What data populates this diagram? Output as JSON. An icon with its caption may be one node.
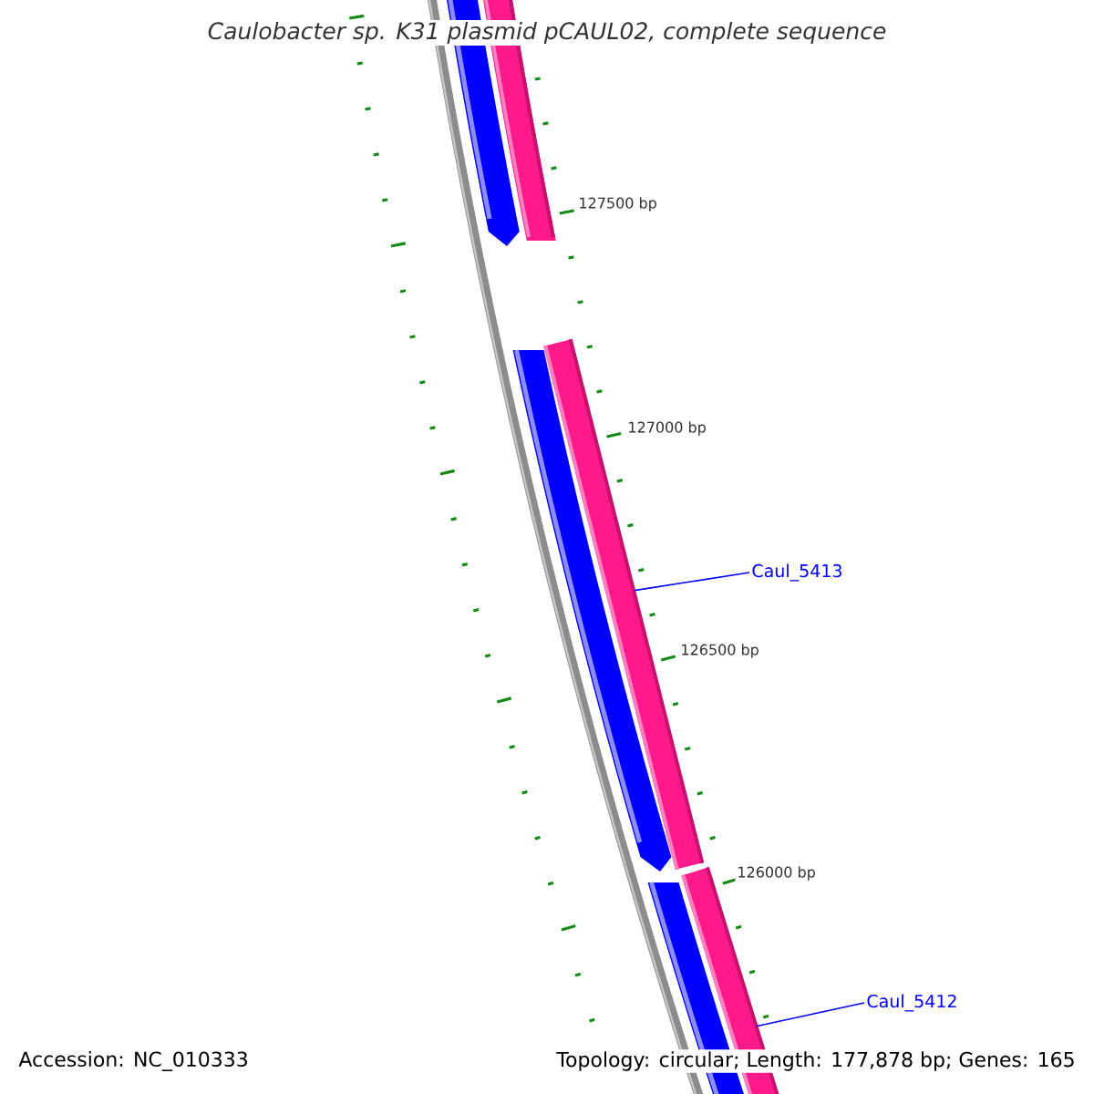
{
  "diagram": {
    "title": "Caulobacter sp. K31 plasmid pCAUL02, complete sequence",
    "nodes": [
      {
        "text": [
          "Caul_5413"
        ]
      },
      {
        "text": [],
        "shape": "bar"
      },
      {
        "text": [
          "Caul_5412"
        ]
      },
      {
        "text": [],
        "shape": "bar"
      }
    ],
    "edges": [
      {
        "from": 0,
        "to": 1,
        "arrow": "none"
      },
      {
        "from": 2,
        "to": 3,
        "arrow": "none"
      }
    ],
    "labels": [
      "127500 bp",
      "127000 bp",
      "126500 bp",
      "126000 bp",
      "Accession: NC_010333",
      "Topology: circular; Length: 177,878 bp; Genes: 165"
    ]
  }
}
